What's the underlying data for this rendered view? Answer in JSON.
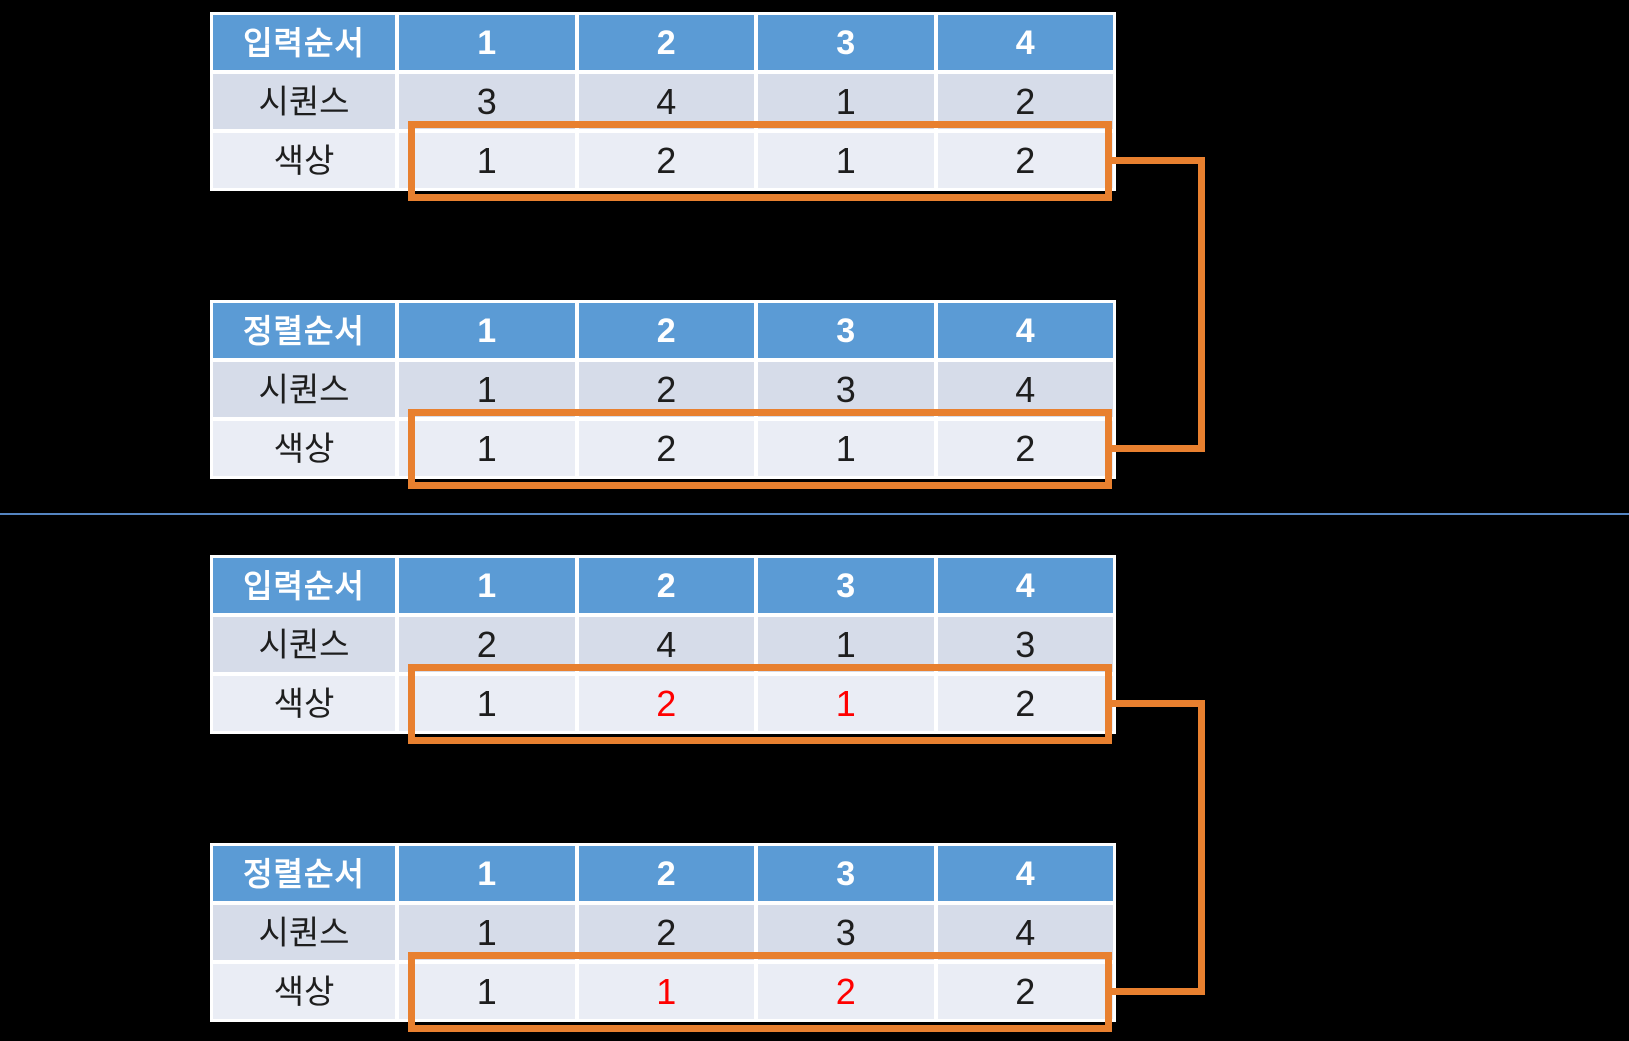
{
  "colors": {
    "background": "#000000",
    "header_bg": "#5B9BD5",
    "header_text": "#FFFFFF",
    "row1_bg": "#D6DCE9",
    "row2_bg": "#EAEDF5",
    "body_text": "#1E1E1E",
    "red_text": "#FF0000",
    "highlight_box": "#E8802F",
    "divider_line": "#5585C2",
    "table_border": "#FFFFFF"
  },
  "tables": [
    {
      "title": "입력순서",
      "columns": [
        "1",
        "2",
        "3",
        "4"
      ],
      "rows": [
        {
          "label": "시퀀스",
          "values": [
            {
              "t": "3"
            },
            {
              "t": "4"
            },
            {
              "t": "1"
            },
            {
              "t": "2"
            }
          ]
        },
        {
          "label": "색상",
          "highlighted": true,
          "values": [
            {
              "t": "1"
            },
            {
              "t": "2"
            },
            {
              "t": "1"
            },
            {
              "t": "2"
            }
          ]
        }
      ]
    },
    {
      "title": "정렬순서",
      "columns": [
        "1",
        "2",
        "3",
        "4"
      ],
      "rows": [
        {
          "label": "시퀀스",
          "values": [
            {
              "t": "1"
            },
            {
              "t": "2"
            },
            {
              "t": "3"
            },
            {
              "t": "4"
            }
          ]
        },
        {
          "label": "색상",
          "highlighted": true,
          "values": [
            {
              "t": "1"
            },
            {
              "t": "2"
            },
            {
              "t": "1"
            },
            {
              "t": "2"
            }
          ]
        }
      ]
    },
    {
      "title": "입력순서",
      "columns": [
        "1",
        "2",
        "3",
        "4"
      ],
      "rows": [
        {
          "label": "시퀀스",
          "values": [
            {
              "t": "2"
            },
            {
              "t": "4"
            },
            {
              "t": "1"
            },
            {
              "t": "3"
            }
          ]
        },
        {
          "label": "색상",
          "highlighted": true,
          "values": [
            {
              "t": "1"
            },
            {
              "t": "2",
              "c": "#FF0000"
            },
            {
              "t": "1",
              "c": "#FF0000"
            },
            {
              "t": "2"
            }
          ]
        }
      ]
    },
    {
      "title": "정렬순서",
      "columns": [
        "1",
        "2",
        "3",
        "4"
      ],
      "rows": [
        {
          "label": "시퀀스",
          "values": [
            {
              "t": "1"
            },
            {
              "t": "2"
            },
            {
              "t": "3"
            },
            {
              "t": "4"
            }
          ]
        },
        {
          "label": "색상",
          "highlighted": true,
          "values": [
            {
              "t": "1"
            },
            {
              "t": "1",
              "c": "#FF0000"
            },
            {
              "t": "2",
              "c": "#FF0000"
            },
            {
              "t": "2"
            }
          ]
        }
      ]
    }
  ]
}
